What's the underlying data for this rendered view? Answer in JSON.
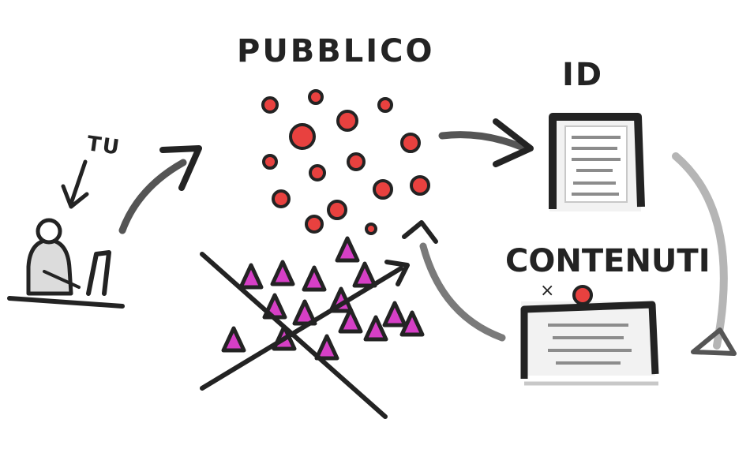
{
  "labels": {
    "you": "TU",
    "audience": "PUBBLICO",
    "id": "ID",
    "contents": "CONTENUTI",
    "times": "×"
  },
  "colors": {
    "ink": "#232323",
    "gray": "#8c8c8c",
    "light_gray": "#c8c8c8",
    "red_dot": "#e8413f",
    "magenta": "#d63fc6"
  },
  "icons": {
    "person": "person-at-desk-icon",
    "dots": "audience-dot-icon",
    "triangles": "rejected-triangle-icon",
    "id_doc": "id-document-icon",
    "content_doc": "content-document-icon"
  }
}
